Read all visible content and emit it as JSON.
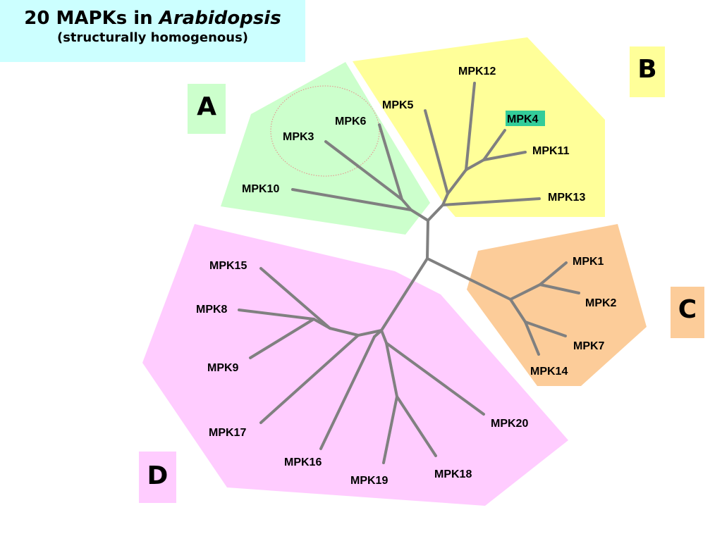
{
  "title": {
    "prefix": "20 MAPKs in ",
    "italic": "Arabidopsis",
    "subtitle": "(structurally homogenous)"
  },
  "colors": {
    "title_bg": "#ccffff",
    "group_a": "#ccffcc",
    "group_b": "#ffff99",
    "group_c": "#fccc99",
    "group_d": "#ffccff",
    "branch": "#808080",
    "highlight": "#33cc99",
    "circle": "#e88888"
  },
  "groups": {
    "A": {
      "label": "A"
    },
    "B": {
      "label": "B"
    },
    "C": {
      "label": "C"
    },
    "D": {
      "label": "D"
    }
  },
  "leaves": [
    {
      "id": "mpk3",
      "label": "MPK3",
      "group": "A"
    },
    {
      "id": "mpk6",
      "label": "MPK6",
      "group": "A"
    },
    {
      "id": "mpk10",
      "label": "MPK10",
      "group": "A"
    },
    {
      "id": "mpk5",
      "label": "MPK5",
      "group": "B"
    },
    {
      "id": "mpk12",
      "label": "MPK12",
      "group": "B"
    },
    {
      "id": "mpk4",
      "label": "MPK4",
      "group": "B",
      "highlighted": true
    },
    {
      "id": "mpk11",
      "label": "MPK11",
      "group": "B"
    },
    {
      "id": "mpk13",
      "label": "MPK13",
      "group": "B"
    },
    {
      "id": "mpk1",
      "label": "MPK1",
      "group": "C"
    },
    {
      "id": "mpk2",
      "label": "MPK2",
      "group": "C"
    },
    {
      "id": "mpk7",
      "label": "MPK7",
      "group": "C"
    },
    {
      "id": "mpk14",
      "label": "MPK14",
      "group": "C"
    },
    {
      "id": "mpk15",
      "label": "MPK15",
      "group": "D"
    },
    {
      "id": "mpk8",
      "label": "MPK8",
      "group": "D"
    },
    {
      "id": "mpk9",
      "label": "MPK9",
      "group": "D"
    },
    {
      "id": "mpk17",
      "label": "MPK17",
      "group": "D"
    },
    {
      "id": "mpk16",
      "label": "MPK16",
      "group": "D"
    },
    {
      "id": "mpk19",
      "label": "MPK19",
      "group": "D"
    },
    {
      "id": "mpk18",
      "label": "MPK18",
      "group": "D"
    },
    {
      "id": "mpk20",
      "label": "MPK20",
      "group": "D"
    }
  ]
}
